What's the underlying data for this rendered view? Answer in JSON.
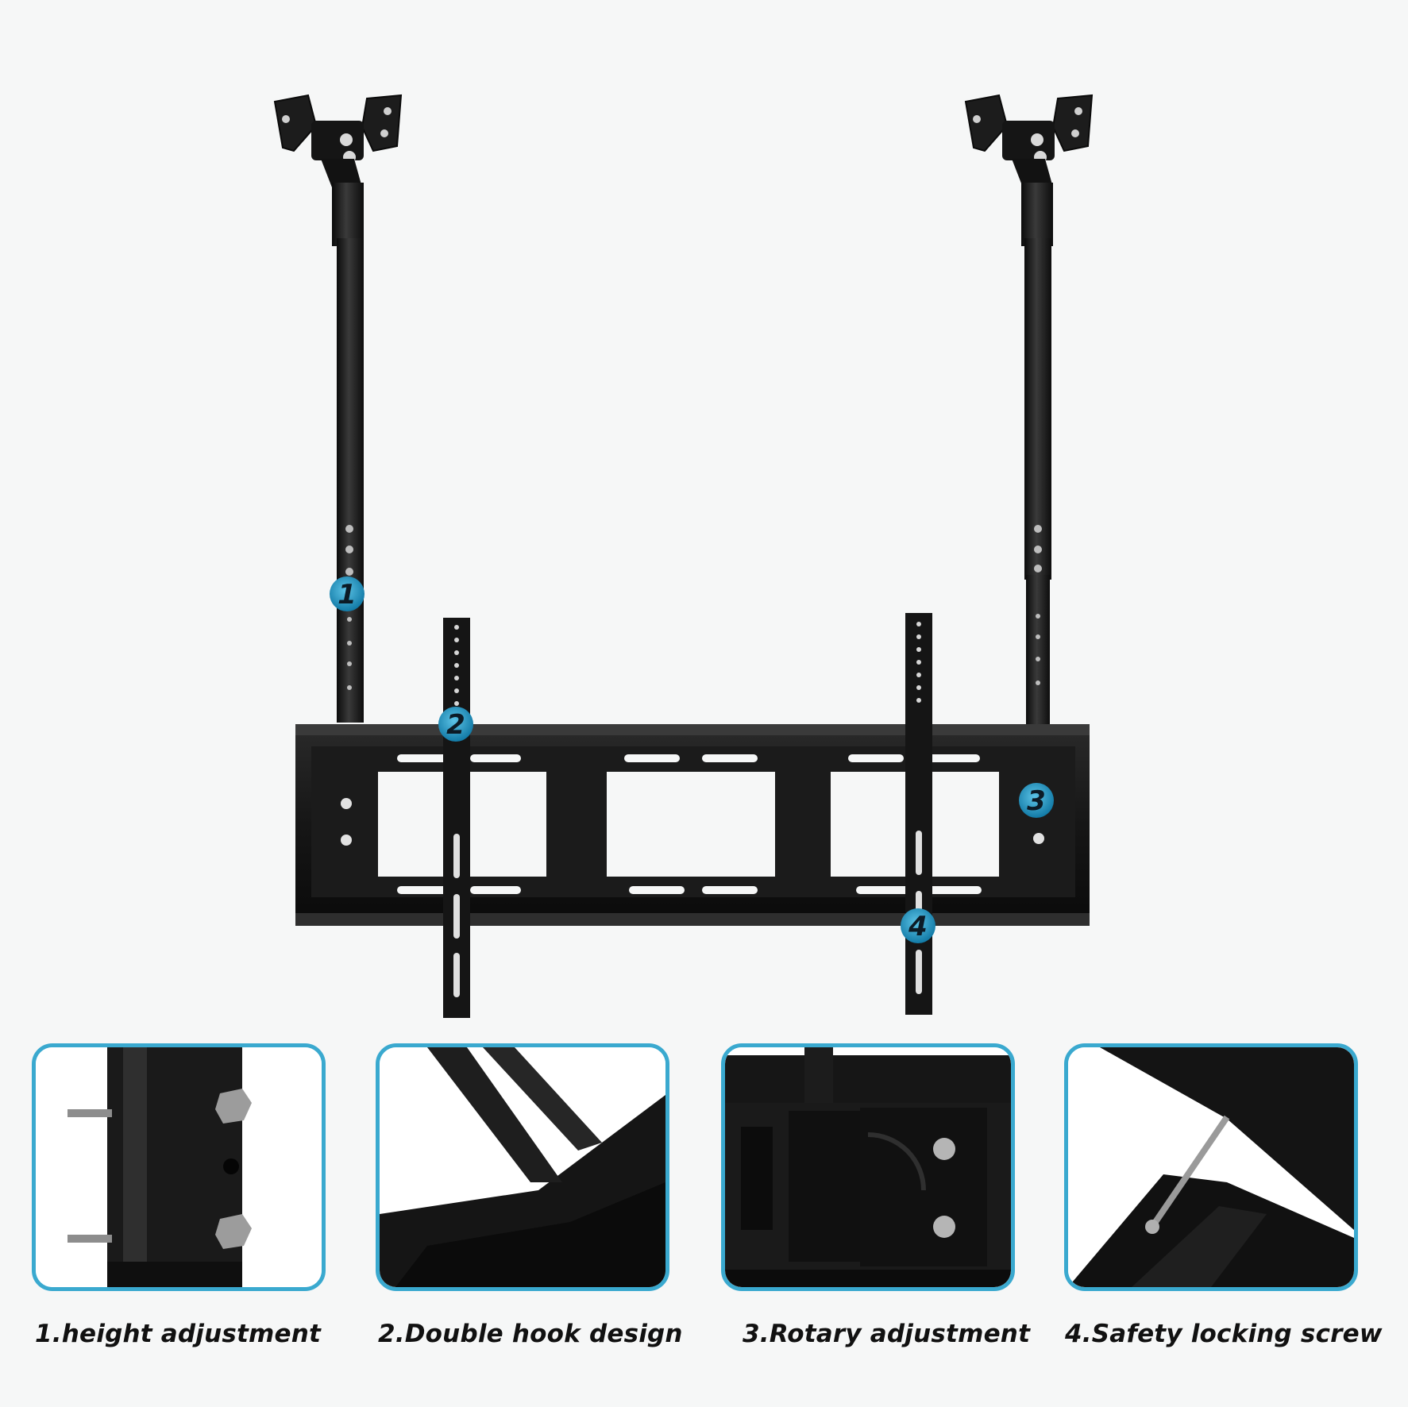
{
  "accent_color": "#3aa9cf",
  "marker_color": "#1f8fbd",
  "markers": [
    {
      "label": "1"
    },
    {
      "label": "2"
    },
    {
      "label": "3"
    },
    {
      "label": "4"
    }
  ],
  "captions": [
    {
      "text": "1.height adjustment"
    },
    {
      "text": "2.Double hook design"
    },
    {
      "text": "3.Rotary adjustment"
    },
    {
      "text": "4.Safety locking screw"
    }
  ]
}
